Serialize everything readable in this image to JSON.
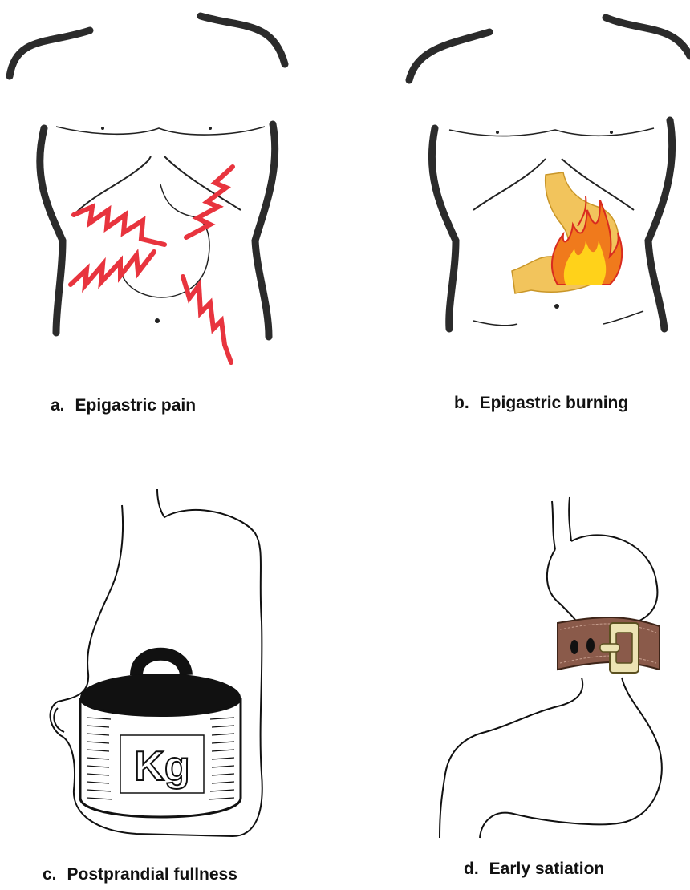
{
  "panels": {
    "a": {
      "letter": "a.",
      "label": "Epigastric pain"
    },
    "b": {
      "letter": "b.",
      "label": "Epigastric burning"
    },
    "c": {
      "letter": "c.",
      "label": "Postprandial fullness"
    },
    "d": {
      "letter": "d.",
      "label": "Early satiation"
    }
  },
  "weight_label": "Kg",
  "colors": {
    "outline": "#2b2b2b",
    "pain": "#e8343e",
    "stomach_fill": "#f2c45c",
    "flame_orange": "#f07a1c",
    "flame_red": "#d92b1f",
    "flame_yellow": "#ffd21a",
    "belt": "#8a5a4a",
    "buckle": "#ece3b3"
  }
}
